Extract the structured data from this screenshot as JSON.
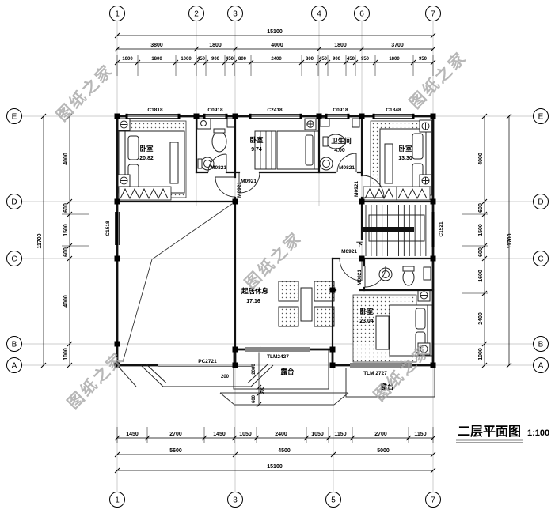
{
  "title": {
    "name": "二层平面图",
    "scale": "1:100"
  },
  "watermark": {
    "text": "图纸之家"
  },
  "grid": {
    "top": [
      "1",
      "2",
      "3",
      "4",
      "6",
      "7"
    ],
    "bottom": [
      "1",
      "3",
      "5",
      "7"
    ],
    "side": [
      "E",
      "D",
      "C",
      "B",
      "A"
    ]
  },
  "dims": {
    "top_total": "15100",
    "top_major": [
      "3800",
      "1800",
      "4000",
      "1800",
      "3700"
    ],
    "top_minor": [
      "1000",
      "1800",
      "1000",
      "450",
      "900",
      "450",
      "800",
      "2400",
      "800",
      "450",
      "900",
      "450",
      "950",
      "1800",
      "950"
    ],
    "bottom_minor": [
      "1450",
      "2700",
      "1450",
      "1050",
      "2400",
      "1050",
      "1150",
      "2700",
      "1150"
    ],
    "bottom_major": [
      "5600",
      "4500",
      "5000"
    ],
    "bottom_total": "15100",
    "left": [
      "4000",
      "600",
      "1500",
      "600",
      "4000",
      "1000"
    ],
    "left_total": "11700",
    "right": [
      "4000",
      "600",
      "1500",
      "600",
      "1600",
      "2400",
      "1000"
    ],
    "right_total": "11700",
    "terrace": {
      "h200": "200",
      "v2000": "2000",
      "v300": "300",
      "v600": "600"
    }
  },
  "rooms": {
    "bedroom_nw": {
      "name": "卧室",
      "area": "20.82"
    },
    "bedroom_n": {
      "name": "卧室",
      "area": "9.74"
    },
    "bath_n": {
      "name": "卫生间",
      "area": "4.00"
    },
    "bedroom_ne": {
      "name": "卧室",
      "area": "13.30"
    },
    "living": {
      "name": "起居休息",
      "area": "17.16"
    },
    "bedroom_se": {
      "name": "卧室",
      "area": "23.04"
    },
    "terrace_mid": {
      "name": "露台"
    },
    "terrace_right": {
      "name": "露台"
    }
  },
  "openings": {
    "c1818": "C1818",
    "c0918": "C0918",
    "c2418": "C2418",
    "c1848": "C1848",
    "c1518": "C1518",
    "c1521": "C1521",
    "pc2721": "PC2721",
    "tlm2427": "TLM2427",
    "tlm2727": "TLM 2727",
    "m0821": "M0821",
    "m0921": "M0921",
    "down": "下"
  }
}
